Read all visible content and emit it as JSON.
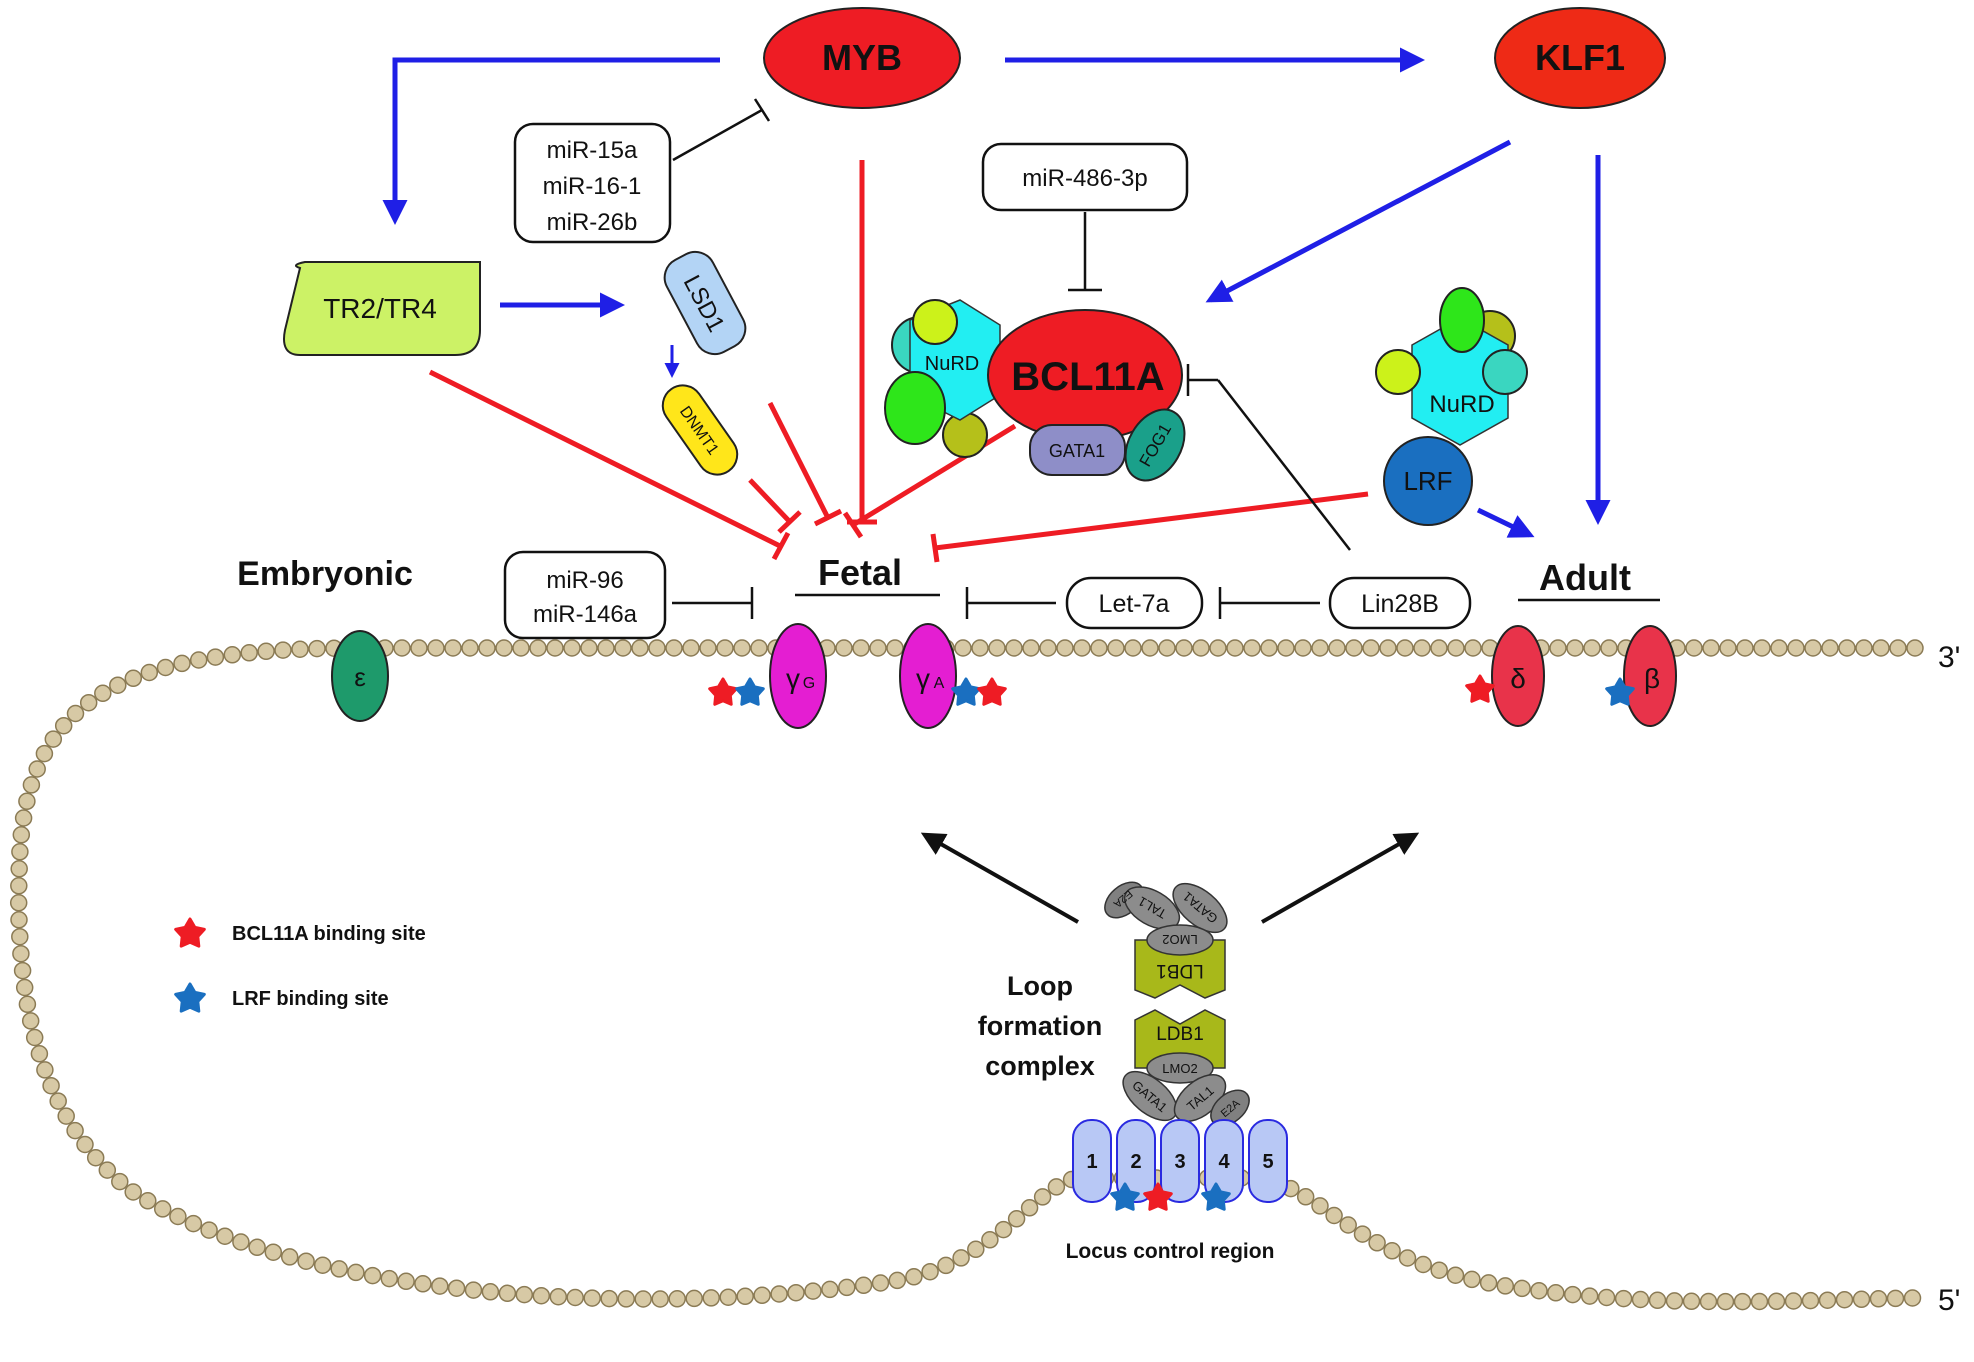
{
  "title": "Regulation of globin gene switching",
  "factors": {
    "myb": "MYB",
    "klf1": "KLF1",
    "tr2tr4": "TR2/TR4",
    "lsd1": "LSD1",
    "dnmt1": "DNMT1",
    "bcl11a": "BCL11A",
    "nurd": "NuRD",
    "gata1": "GATA1",
    "fog1": "FOG1",
    "lrf": "LRF"
  },
  "mirnas": {
    "group1": [
      "miR-15a",
      "miR-16-1",
      "miR-26b"
    ],
    "mir486": "miR-486-3p",
    "group2": [
      "miR-96",
      "miR-146a"
    ],
    "let7a": "Let-7a",
    "lin28b": "Lin28B"
  },
  "stages": {
    "embryonic": "Embryonic",
    "fetal": "Fetal",
    "adult": "Adult"
  },
  "genes": {
    "epsilon": "ε",
    "gamma_g": "γ",
    "gamma_g_sub": "G",
    "gamma_a": "γ",
    "gamma_a_sub": "A",
    "delta": "δ",
    "beta": "β"
  },
  "ends": {
    "three_prime": "3'",
    "five_prime": "5'"
  },
  "legend": {
    "bcl11a_site": "BCL11A binding site",
    "lrf_site": "LRF binding site"
  },
  "loop": {
    "label": [
      "Loop",
      "formation",
      "complex"
    ],
    "ldb1": "LDB1",
    "lmo2": "LMO2",
    "gata1": "GATA1",
    "tal1": "TAL1",
    "e2a": "E2A"
  },
  "lcr": {
    "label": "Locus control region",
    "sites": [
      "1",
      "2",
      "3",
      "4",
      "5"
    ]
  },
  "colors": {
    "activation": "#1f1fe6",
    "repression": "#ee1c24",
    "bead": "#d7c9a5",
    "bead_stroke": "#8b7b55"
  }
}
